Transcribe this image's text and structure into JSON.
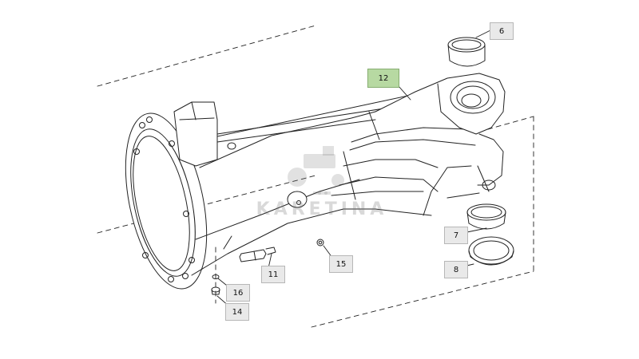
{
  "diagram": {
    "callouts": [
      {
        "id": "c6",
        "label": "6",
        "highlight": false
      },
      {
        "id": "c12",
        "label": "12",
        "highlight": true
      },
      {
        "id": "c7",
        "label": "7",
        "highlight": false
      },
      {
        "id": "c8",
        "label": "8",
        "highlight": false
      },
      {
        "id": "c15",
        "label": "15",
        "highlight": false
      },
      {
        "id": "c11",
        "label": "11",
        "highlight": false
      },
      {
        "id": "c16",
        "label": "16",
        "highlight": false
      },
      {
        "id": "c14",
        "label": "14",
        "highlight": false
      }
    ],
    "watermark": "KARETINA",
    "colors": {
      "line": "#222222",
      "highlight": "#b7d9a2",
      "callout": "#e9e9e9"
    }
  }
}
